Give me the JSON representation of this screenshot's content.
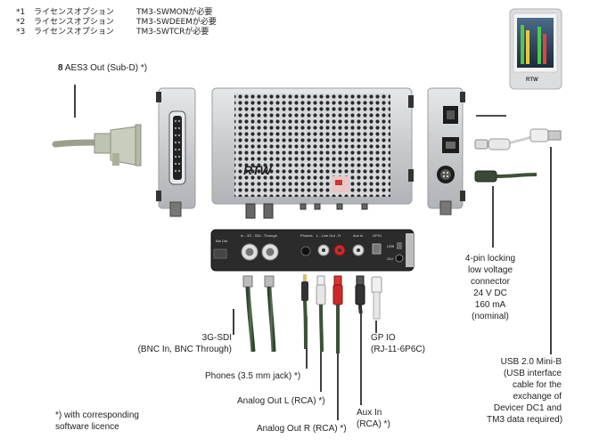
{
  "notes": [
    {
      "mark": "*1",
      "text": "ライセンスオプション",
      "code": "TM3-SWMONが必要"
    },
    {
      "mark": "*2",
      "text": "ライセンスオプション",
      "code": "TM3-SWDEEMが必要"
    },
    {
      "mark": "*3",
      "text": "ライセンスオプション",
      "code": "TM3-SWTCRが必要"
    }
  ],
  "labels": {
    "aes3_num": "8",
    "aes3": " AES3 Out (Sub-D)  *)",
    "sdi_line1": "3G-SDI",
    "sdi_line2": "(BNC In, BNC Through)",
    "phones": "Phones (3.5 mm jack) *)",
    "analog_l": "Analog Out L (RCA) *)",
    "analog_r": "Analog Out R (RCA) *)",
    "aux_line1": "Aux In",
    "aux_line2": "(RCA) *)",
    "gpio_line1": "GP IO",
    "gpio_line2": "(RJ-11-6P6C)",
    "footnote_line1": "*) with corresponding",
    "footnote_line2": "software licence",
    "power": [
      "4-pin locking",
      "low voltage",
      "connector",
      "24 V DC",
      "160 mA",
      "(nominal)"
    ],
    "usb": [
      "USB 2.0 Mini-B",
      "(USB interface",
      "cable for the",
      "exchange of",
      "Devicer DC1 and",
      "TM3 data required)"
    ]
  },
  "device": {
    "logo": "RTW",
    "panel_labels": {
      "bal_out": "Bal Out",
      "sdi": "In  -  3G - SDI  -  Through",
      "phones": "Phones",
      "line_out": "L  -  Line Out  -  R",
      "aux": "Aux In",
      "gpio": "GPIO",
      "usb": "USB",
      "dc": "24V"
    }
  },
  "colors": {
    "silver": "#cfd1d4",
    "dark_panel": "#2b2b2b",
    "cable_green": "#3d5238",
    "rca_red": "#cc2a2a",
    "rca_white": "#eeeeee"
  }
}
